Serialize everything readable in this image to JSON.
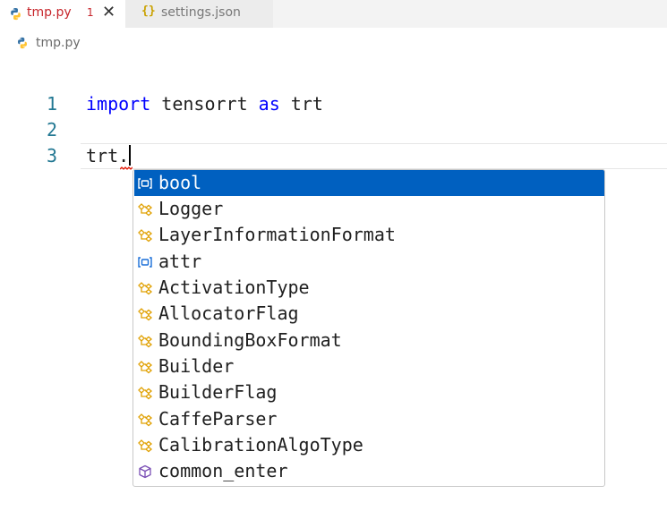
{
  "tabs": [
    {
      "name": "tmp.py",
      "problems": "1",
      "close_glyph": "✕",
      "icon": "python-icon",
      "active": true
    },
    {
      "name": "settings.json",
      "icon": "json-braces-icon",
      "icon_glyph": "{}",
      "active": false
    }
  ],
  "breadcrumb": {
    "label": "tmp.py",
    "icon": "python-icon"
  },
  "editor": {
    "lines": [
      {
        "number": "1",
        "keyword1": "import",
        "text1": " tensorrt ",
        "keyword2": "as",
        "text2": " trt"
      },
      {
        "number": "2",
        "text": ""
      },
      {
        "number": "3",
        "text": "trt."
      }
    ]
  },
  "suggestions": {
    "selected_index": 0,
    "items": [
      {
        "label": "bool",
        "kind": "variable"
      },
      {
        "label": "Logger",
        "kind": "class"
      },
      {
        "label": "LayerInformationFormat",
        "kind": "class"
      },
      {
        "label": "attr",
        "kind": "variable"
      },
      {
        "label": "ActivationType",
        "kind": "class"
      },
      {
        "label": "AllocatorFlag",
        "kind": "class"
      },
      {
        "label": "BoundingBoxFormat",
        "kind": "class"
      },
      {
        "label": "Builder",
        "kind": "class"
      },
      {
        "label": "BuilderFlag",
        "kind": "class"
      },
      {
        "label": "CaffeParser",
        "kind": "class"
      },
      {
        "label": "CalibrationAlgoType",
        "kind": "class"
      },
      {
        "label": "common_enter",
        "kind": "method"
      }
    ]
  },
  "colors": {
    "keyword": "#0000ff",
    "line_number": "#237893",
    "tab_error": "#c7252b",
    "selection": "#0060c0",
    "class_icon": "#e0a000",
    "variable_icon": "#1a6fd8",
    "method_icon": "#7a4fb5"
  }
}
